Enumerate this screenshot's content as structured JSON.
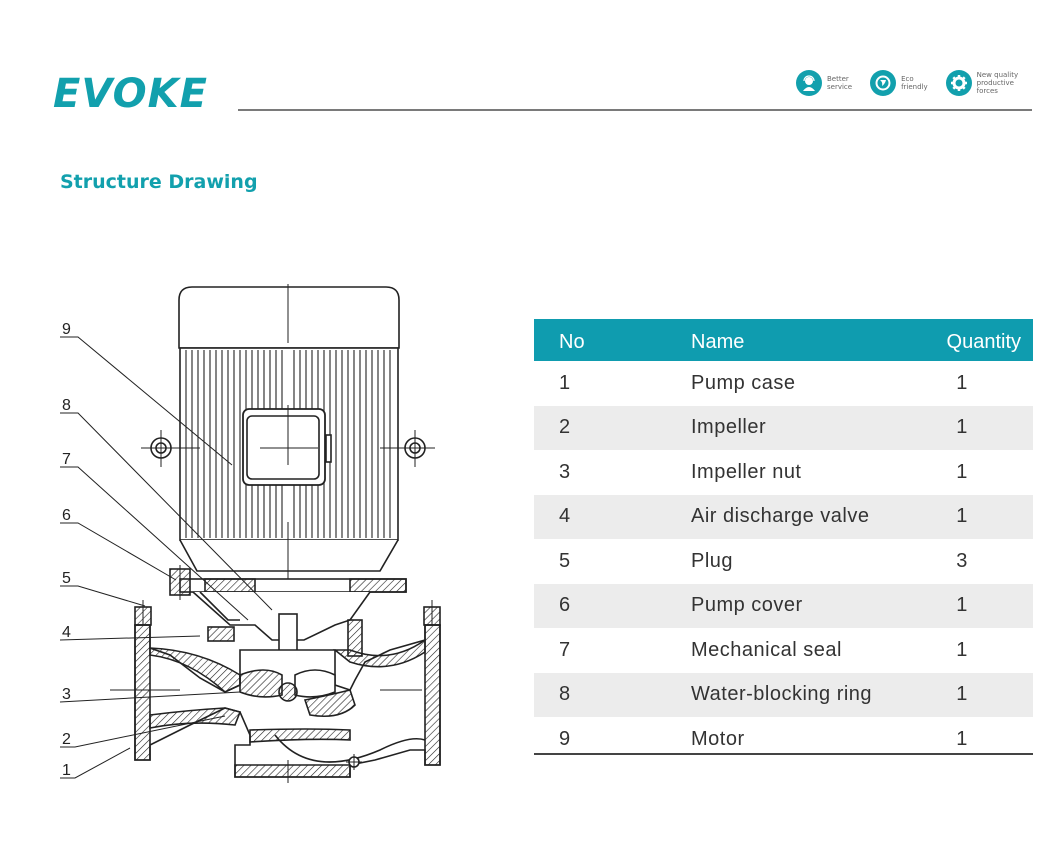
{
  "brand": {
    "logo_text": "EVOKE",
    "accent_color": "#12a0ad"
  },
  "badges": [
    {
      "icon": "headset-agent-icon",
      "line1": "Better",
      "line2": "service",
      "line3": ""
    },
    {
      "icon": "globe-leaf-icon",
      "line1": "Eco",
      "line2": "friendly",
      "line3": ""
    },
    {
      "icon": "gear-icon",
      "line1": "New quality",
      "line2": "productive",
      "line3": "forces"
    }
  ],
  "section": {
    "title": "Structure Drawing"
  },
  "drawing": {
    "callouts": [
      "9",
      "8",
      "7",
      "6",
      "5",
      "4",
      "3",
      "2",
      "1"
    ]
  },
  "table": {
    "headers": {
      "no": "No",
      "name": "Name",
      "quantity": "Quantity"
    },
    "header_color": "#0f9caf",
    "rows": [
      {
        "no": "1",
        "name": "Pump case",
        "quantity": "1"
      },
      {
        "no": "2",
        "name": "Impeller",
        "quantity": "1"
      },
      {
        "no": "3",
        "name": "Impeller nut",
        "quantity": "1"
      },
      {
        "no": "4",
        "name": "Air discharge valve",
        "quantity": "1"
      },
      {
        "no": "5",
        "name": "Plug",
        "quantity": "3"
      },
      {
        "no": "6",
        "name": "Pump cover",
        "quantity": "1"
      },
      {
        "no": "7",
        "name": "Mechanical seal",
        "quantity": "1"
      },
      {
        "no": "8",
        "name": "Water-blocking ring",
        "quantity": "1"
      },
      {
        "no": "9",
        "name": "Motor",
        "quantity": "1"
      }
    ]
  }
}
